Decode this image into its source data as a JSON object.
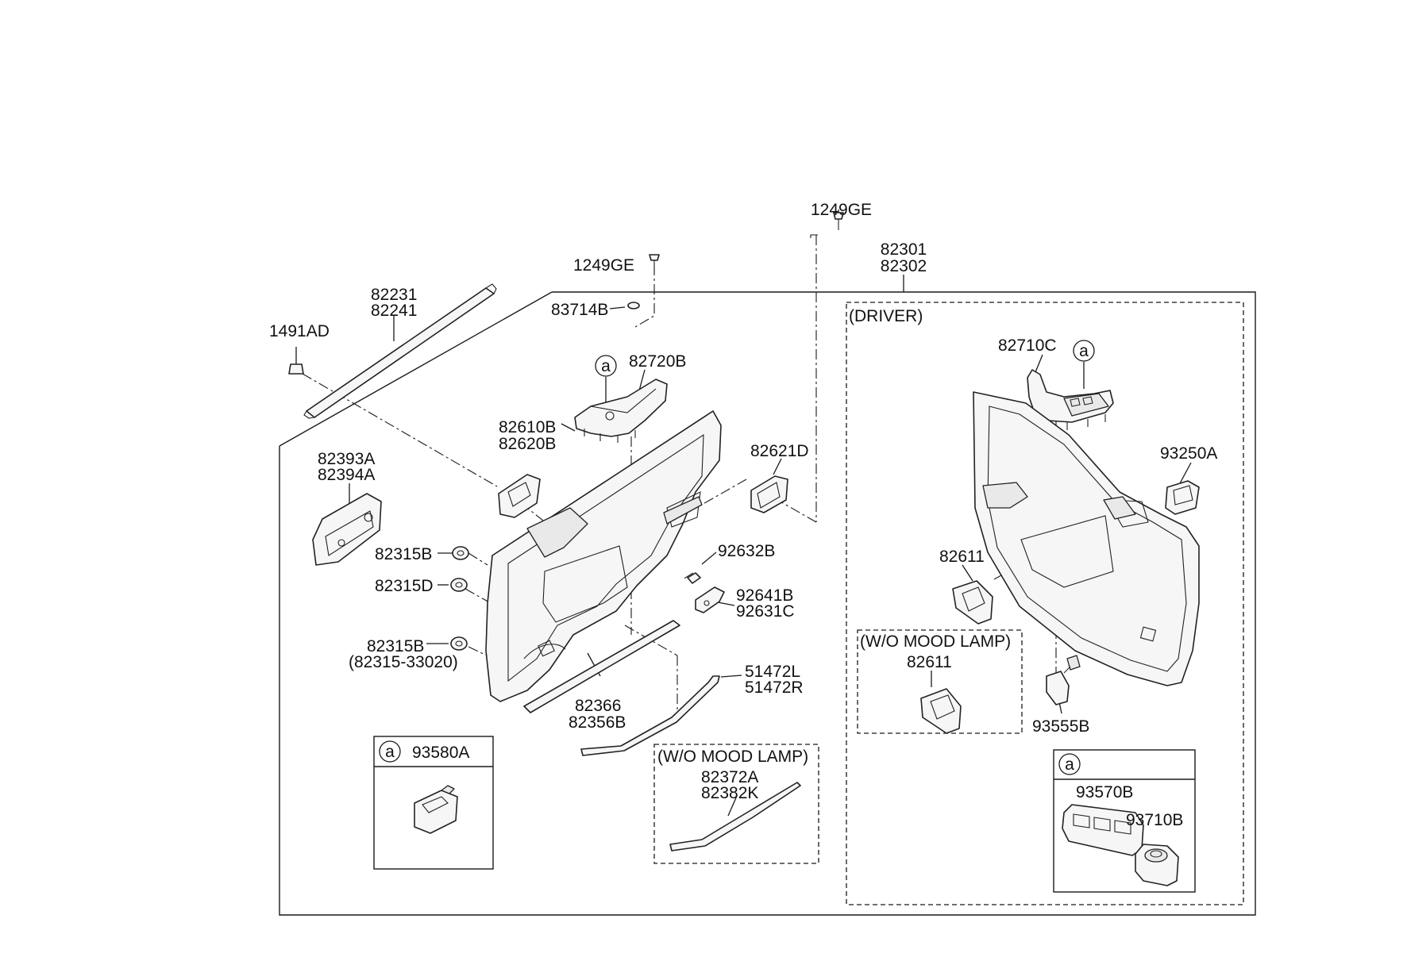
{
  "labels": {
    "p1249ge_a": "1249GE",
    "p1249ge_b": "1249GE",
    "p82301": "82301",
    "p82302": "82302",
    "p82231": "82231",
    "p82241": "82241",
    "p1491ad": "1491AD",
    "p83714b": "83714B",
    "p82720b": "82720B",
    "p82610b": "82610B",
    "p82620b": "82620B",
    "p82393a": "82393A",
    "p82394a": "82394A",
    "p82621d": "82621D",
    "p92632b": "92632B",
    "p92641b": "92641B",
    "p92631c": "92631C",
    "p82315b_a": "82315B",
    "p82315d": "82315D",
    "p82315b_b": "82315B",
    "p82315_33020": "(82315-33020)",
    "p51472l": "51472L",
    "p51472r": "51472R",
    "p82366": "82366",
    "p82356b": "82356B",
    "p93580a": "93580A",
    "p82372a": "82372A",
    "p82382k": "82382K",
    "wo_mood_lamp_left": "(W/O MOOD LAMP)",
    "driver": "(DRIVER)",
    "p82710c": "82710C",
    "p93250a": "93250A",
    "p82611_a": "82611",
    "wo_mood_lamp_right": "(W/O MOOD LAMP)",
    "p82611_b": "82611",
    "p93555b": "93555B",
    "p93570b": "93570B",
    "p93710b": "93710B"
  },
  "callouts": {
    "a1": "a",
    "a2": "a",
    "a3": "a",
    "a4": "a"
  }
}
